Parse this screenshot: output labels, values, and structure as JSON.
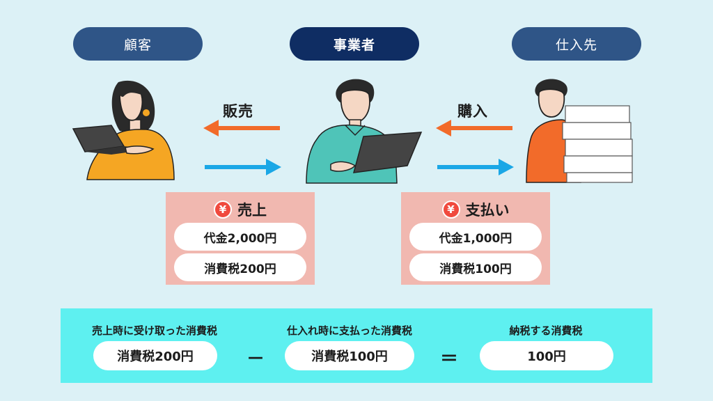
{
  "roles": {
    "customer": "顧客",
    "business": "事業者",
    "supplier": "仕入先"
  },
  "arrows": {
    "left_label": "販売",
    "right_label": "購入"
  },
  "sales_box": {
    "title": "売上",
    "yen_symbol": "¥",
    "amount": "代金2,000円",
    "tax": "消費税200円"
  },
  "payment_box": {
    "title": "支払い",
    "yen_symbol": "¥",
    "amount": "代金1,000円",
    "tax": "消費税100円"
  },
  "calculation": {
    "received_label": "売上時に受け取った消費税",
    "received_value": "消費税200円",
    "minus": "－",
    "paid_label": "仕入れ時に支払った消費税",
    "paid_value": "消費税100円",
    "equals": "＝",
    "payable_label": "納税する消費税",
    "payable_value": "100円"
  },
  "colors": {
    "background": "#dcf1f6",
    "role_pill": "#2f5587",
    "role_pill_active": "#0f2d63",
    "arrow_orange": "#f26b2a",
    "arrow_blue": "#1aa7e6",
    "pink_box": "#f1b8b0",
    "yen_red": "#f04a3e",
    "bottom_panel": "#5ef0f0"
  }
}
